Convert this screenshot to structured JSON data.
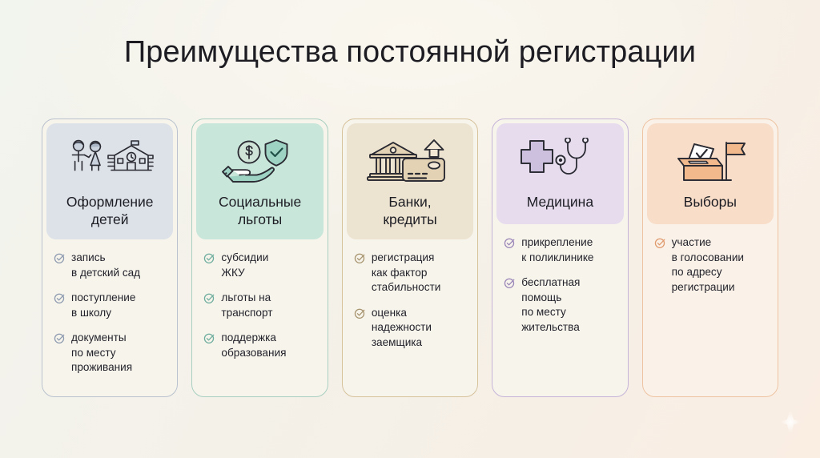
{
  "page": {
    "title": "Преимущества постоянной регистрации",
    "background_color": "#f4f1e9",
    "decoration": "sparkle-diamond"
  },
  "cards": [
    {
      "id": "children",
      "title": "Оформление\nдетей",
      "icon": "children-school-icon",
      "accent": "#8e9bb0",
      "head_bg": "#dde2e8",
      "border": "#b9c2ce",
      "body_bg": "#f7f4ec",
      "bullets": [
        "запись\nв детский сад",
        "поступление\nв школу",
        "документы\nпо месту\nпроживания"
      ]
    },
    {
      "id": "social-benefits",
      "title": "Социальные\nльготы",
      "icon": "hand-coin-shield-icon",
      "accent": "#6fae9e",
      "head_bg": "#c9e6da",
      "border": "#a8cfc0",
      "body_bg": "#f7f4ec",
      "bullets": [
        "субсидии\nЖКУ",
        "льготы на\nтранспорт",
        "поддержка\nобразования"
      ]
    },
    {
      "id": "banks-credits",
      "title": "Банки,\nкредиты",
      "icon": "bank-card-arrow-icon",
      "accent": "#bda173",
      "head_bg": "#ece3d0",
      "border": "#d6c29b",
      "body_bg": "#f7f4ec",
      "bullets": [
        "регистрация\nкак фактор\nстабильности",
        "оценка\nнадежности\nзаемщика"
      ]
    },
    {
      "id": "medicine",
      "title": "Медицина",
      "icon": "medical-cross-stethoscope-icon",
      "accent": "#9b86b8",
      "head_bg": "#e6dcee",
      "border": "#c6b4d8",
      "body_bg": "#f7f4ec",
      "bullets": [
        "прикрепление\nк поликлинике",
        "бесплатная\nпомощь\nпо месту\nжительства"
      ]
    },
    {
      "id": "elections",
      "title": "Выборы",
      "icon": "ballot-box-flag-icon",
      "accent": "#e09a6d",
      "head_bg": "#f8ddc8",
      "border": "#eec3a2",
      "body_bg": "#faf2e9",
      "bullets": [
        "участие\nв голосовании\nпо адресу\nрегистрации"
      ]
    }
  ]
}
